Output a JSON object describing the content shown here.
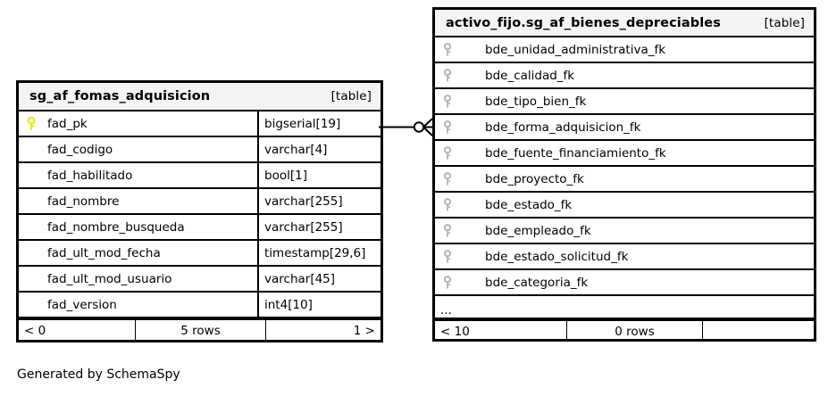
{
  "diagram": {
    "type": "schemaspy-entity-relationship",
    "caption": "Generated by SchemaSpy",
    "table_tag": "[table]",
    "ellipsis": "..."
  },
  "left_table": {
    "name": "sg_af_fomas_adquisicion",
    "tag": "[table]",
    "columns": [
      {
        "name": "fad_pk",
        "type": "bigserial[19]",
        "key": "primary-key-icon"
      },
      {
        "name": "fad_codigo",
        "type": "varchar[4]",
        "key": "none"
      },
      {
        "name": "fad_habilitado",
        "type": "bool[1]",
        "key": "none"
      },
      {
        "name": "fad_nombre",
        "type": "varchar[255]",
        "key": "none"
      },
      {
        "name": "fad_nombre_busqueda",
        "type": "varchar[255]",
        "key": "none"
      },
      {
        "name": "fad_ult_mod_fecha",
        "type": "timestamp[29,6]",
        "key": "none"
      },
      {
        "name": "fad_ult_mod_usuario",
        "type": "varchar[45]",
        "key": "none"
      },
      {
        "name": "fad_version",
        "type": "int4[10]",
        "key": "none"
      }
    ],
    "footer": {
      "left": "< 0",
      "middle": "5 rows",
      "right": "1 >"
    }
  },
  "right_table": {
    "name": "activo_fijo.sg_af_bienes_depreciables",
    "tag": "[table]",
    "columns": [
      {
        "name": "bde_unidad_administrativa_fk",
        "key": "foreign-key-icon"
      },
      {
        "name": "bde_calidad_fk",
        "key": "foreign-key-icon"
      },
      {
        "name": "bde_tipo_bien_fk",
        "key": "foreign-key-icon"
      },
      {
        "name": "bde_forma_adquisicion_fk",
        "key": "foreign-key-icon"
      },
      {
        "name": "bde_fuente_financiamiento_fk",
        "key": "foreign-key-icon"
      },
      {
        "name": "bde_proyecto_fk",
        "key": "foreign-key-icon"
      },
      {
        "name": "bde_estado_fk",
        "key": "foreign-key-icon"
      },
      {
        "name": "bde_empleado_fk",
        "key": "foreign-key-icon"
      },
      {
        "name": "bde_estado_solicitud_fk",
        "key": "foreign-key-icon"
      },
      {
        "name": "bde_categoria_fk",
        "key": "foreign-key-icon"
      }
    ],
    "more_indicator": "...",
    "footer": {
      "left": "< 10",
      "middle": "0 rows",
      "right": ""
    }
  },
  "relationship": {
    "from_table": "sg_af_fomas_adquisicion",
    "from_column": "fad_pk",
    "to_table": "activo_fijo.sg_af_bienes_depreciables",
    "to_column": "bde_forma_adquisicion_fk",
    "source_notation": "zero-or-one-circle",
    "target_notation": "crows-foot-many"
  },
  "colors": {
    "primary_key": "#e8e80c",
    "foreign_key": "#b5b5b5",
    "border": "#000000",
    "header_background": "#f4f4f4",
    "background": "#ffffff"
  }
}
